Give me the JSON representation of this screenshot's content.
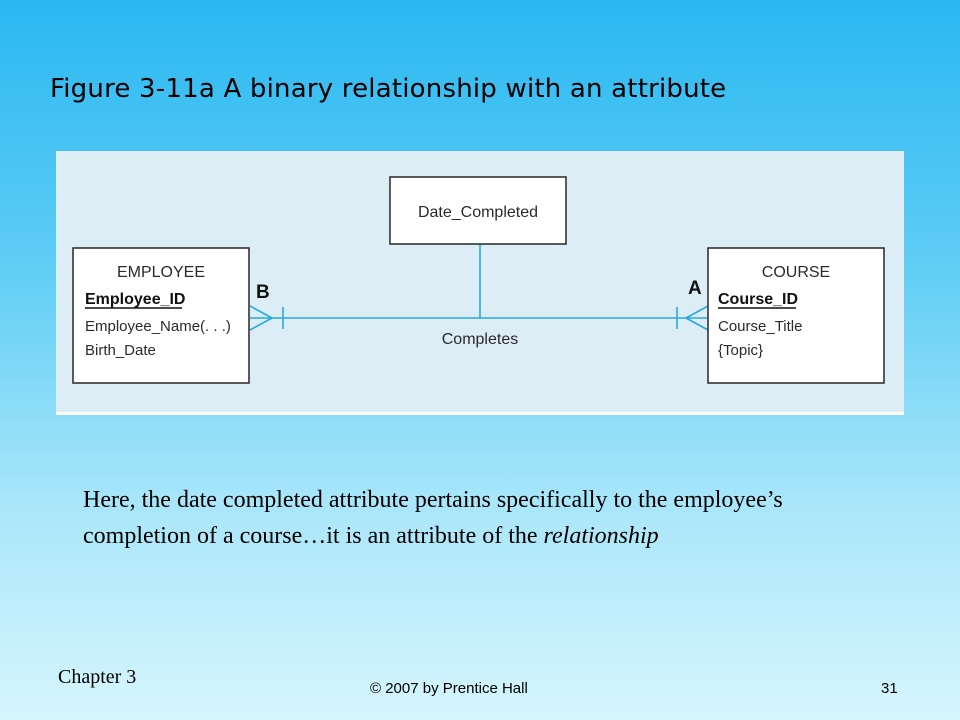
{
  "slide": {
    "title": "Figure 3-11a A binary relationship with an attribute",
    "body_lead": "Here, the date completed attribute pertains specifically to the employee’s completion of a course…it is an attribute of the ",
    "body_emphasis": "relationship",
    "chapter": "Chapter 3",
    "copyright": "© 2007 by Prentice Hall",
    "page_number": "31"
  },
  "diagram": {
    "associative_attribute": "Date_Completed",
    "relationship_name": "Completes",
    "employee": {
      "name": "EMPLOYEE",
      "key": "Employee_ID",
      "attributes": [
        "Employee_Name(. . .)",
        "Birth_Date"
      ],
      "cardinality_label": "B"
    },
    "course": {
      "name": "COURSE",
      "key": "Course_ID",
      "attributes": [
        "Course_Title",
        "{Topic}"
      ],
      "cardinality_label": "A"
    },
    "colors": {
      "line": "#29a9df",
      "box_border": "#333333",
      "figure_background": "#dcedf6"
    }
  }
}
